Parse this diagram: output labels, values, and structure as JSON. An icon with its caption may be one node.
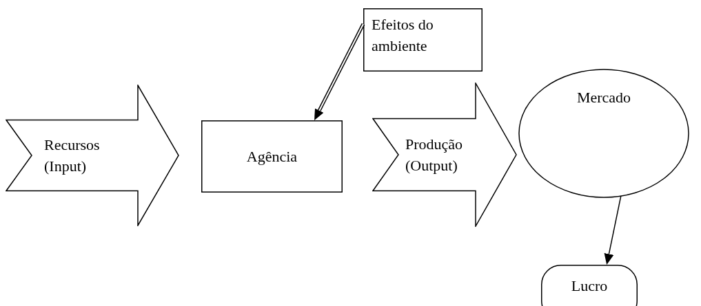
{
  "diagram": {
    "nodes": [
      {
        "text": [
          "Efeitos do ambiente"
        ]
      },
      {
        "text": [
          "Recursos (Input)"
        ]
      },
      {
        "text": [
          "Agência"
        ]
      },
      {
        "text": [
          "Produção (Output)"
        ]
      },
      {
        "text": [
          "Mercado"
        ]
      },
      {
        "text": [
          "Lucro"
        ]
      }
    ],
    "edges": [
      {
        "from": 0,
        "to": 2,
        "arrow": "to",
        "style": "thick"
      },
      {
        "from": 4,
        "to": 5,
        "arrow": "to"
      }
    ]
  }
}
